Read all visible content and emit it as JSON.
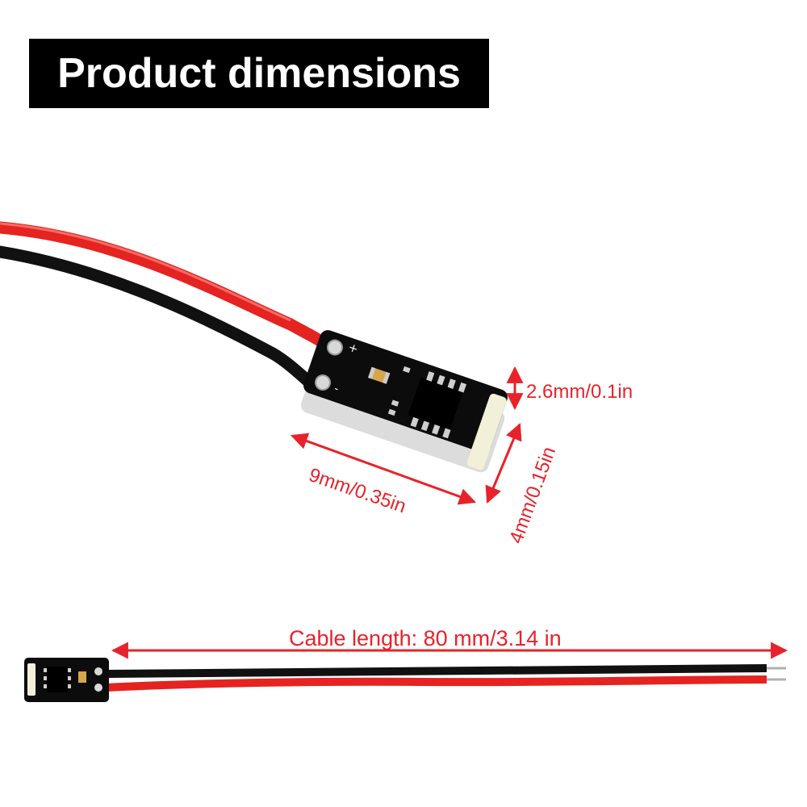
{
  "header": {
    "title": "Product dimensions"
  },
  "dimensions": {
    "height": "2.6mm/0.1in",
    "width": "9mm/0.35in",
    "depth": "4mm/0.15in",
    "cable_length": "Cable length: 80 mm/3.14 in"
  },
  "colors": {
    "annotation": "#e8222a",
    "wire_red": "#e52320",
    "wire_black": "#111111",
    "pcb": "#0c0c0c",
    "title_bg": "#000000",
    "title_text": "#ffffff"
  }
}
